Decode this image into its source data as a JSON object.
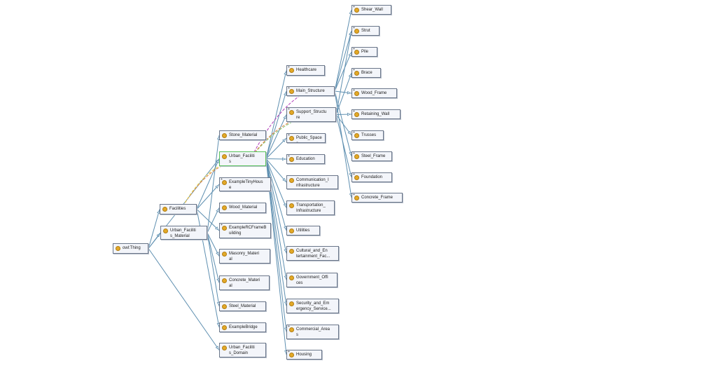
{
  "nodes": [
    {
      "id": "owl_thing",
      "label": "owl:Thing"
    },
    {
      "id": "facilities",
      "label": "Facilities"
    },
    {
      "id": "urban_facilities_material",
      "label": "Urban_Faciliti\ns_Material"
    },
    {
      "id": "stone_material",
      "label": "Stone_Material"
    },
    {
      "id": "urban_facilities",
      "label": "Urban_Faciliti\ns"
    },
    {
      "id": "example_tiny_house",
      "label": "ExampleTinyHous\ne"
    },
    {
      "id": "wood_material",
      "label": "Wood_Material"
    },
    {
      "id": "example_rc_frame_building",
      "label": "ExampleRCFrameB\nuilding"
    },
    {
      "id": "masonry_material",
      "label": "Masonry_Materi\nal"
    },
    {
      "id": "concrete_material",
      "label": "Concrete_Materi\nal"
    },
    {
      "id": "steel_material",
      "label": "Steel_Material"
    },
    {
      "id": "example_bridge",
      "label": "ExampleBridge"
    },
    {
      "id": "urban_facilities_domain",
      "label": "Urban_Faciliti\ns_Domain"
    },
    {
      "id": "healthcare",
      "label": "Healthcare"
    },
    {
      "id": "main_structure",
      "label": "Main_Structure"
    },
    {
      "id": "support_structure",
      "label": "Support_Structu\nre"
    },
    {
      "id": "public_spaces",
      "label": "Public_Spaces"
    },
    {
      "id": "education",
      "label": "Education"
    },
    {
      "id": "communication_infrastructure",
      "label": "Communication_I\nnfrastructure"
    },
    {
      "id": "transportation_infrastructure",
      "label": "Transportation_\nInfrastructure"
    },
    {
      "id": "utilities",
      "label": "Utilities"
    },
    {
      "id": "cultural_entertainment",
      "label": "Cultural_and_En\ntertainment_Fac..."
    },
    {
      "id": "government_offices",
      "label": "Government_Offi\nces"
    },
    {
      "id": "security_emergency",
      "label": "Security_and_Em\nergency_Service..."
    },
    {
      "id": "commercial_areas",
      "label": "Commercial_Area\ns"
    },
    {
      "id": "housing",
      "label": "Housing"
    },
    {
      "id": "shear_wall",
      "label": "Shear_Wall"
    },
    {
      "id": "strut",
      "label": "Strut"
    },
    {
      "id": "pile",
      "label": "Pile"
    },
    {
      "id": "brace",
      "label": "Brace"
    },
    {
      "id": "wood_frame",
      "label": "Wood_Frame"
    },
    {
      "id": "retaining_wall",
      "label": "Retaining_Wall"
    },
    {
      "id": "trusses",
      "label": "Trusses"
    },
    {
      "id": "steel_frame",
      "label": "Steel_Frame"
    },
    {
      "id": "foundation",
      "label": "Foundation"
    },
    {
      "id": "concrete_frame",
      "label": "Concrete_Frame"
    }
  ],
  "edges": [
    {
      "from": "owl_thing",
      "to": "facilities",
      "kind": "subclass"
    },
    {
      "from": "owl_thing",
      "to": "urban_facilities_material",
      "kind": "subclass"
    },
    {
      "from": "owl_thing",
      "to": "urban_facilities",
      "kind": "subclass"
    },
    {
      "from": "owl_thing",
      "to": "urban_facilities_domain",
      "kind": "subclass"
    },
    {
      "from": "urban_facilities_material",
      "to": "stone_material",
      "kind": "subclass"
    },
    {
      "from": "urban_facilities_material",
      "to": "wood_material",
      "kind": "subclass"
    },
    {
      "from": "urban_facilities_material",
      "to": "masonry_material",
      "kind": "subclass"
    },
    {
      "from": "urban_facilities_material",
      "to": "concrete_material",
      "kind": "subclass"
    },
    {
      "from": "urban_facilities_material",
      "to": "steel_material",
      "kind": "subclass"
    },
    {
      "from": "facilities",
      "to": "urban_facilities",
      "kind": "subclass"
    },
    {
      "from": "facilities",
      "to": "example_tiny_house",
      "kind": "subclass"
    },
    {
      "from": "facilities",
      "to": "example_rc_frame_building",
      "kind": "subclass"
    },
    {
      "from": "facilities",
      "to": "example_bridge",
      "kind": "subclass"
    },
    {
      "from": "urban_facilities",
      "to": "healthcare",
      "kind": "subclass"
    },
    {
      "from": "urban_facilities",
      "to": "main_structure",
      "kind": "subclass"
    },
    {
      "from": "urban_facilities",
      "to": "support_structure",
      "kind": "subclass"
    },
    {
      "from": "urban_facilities",
      "to": "public_spaces",
      "kind": "subclass"
    },
    {
      "from": "urban_facilities",
      "to": "education",
      "kind": "subclass"
    },
    {
      "from": "urban_facilities",
      "to": "communication_infrastructure",
      "kind": "subclass"
    },
    {
      "from": "urban_facilities",
      "to": "transportation_infrastructure",
      "kind": "subclass"
    },
    {
      "from": "urban_facilities",
      "to": "utilities",
      "kind": "subclass"
    },
    {
      "from": "urban_facilities",
      "to": "cultural_entertainment",
      "kind": "subclass"
    },
    {
      "from": "urban_facilities",
      "to": "government_offices",
      "kind": "subclass"
    },
    {
      "from": "urban_facilities",
      "to": "security_emergency",
      "kind": "subclass"
    },
    {
      "from": "urban_facilities",
      "to": "commercial_areas",
      "kind": "subclass"
    },
    {
      "from": "urban_facilities",
      "to": "housing",
      "kind": "subclass"
    },
    {
      "from": "main_structure",
      "to": "shear_wall",
      "kind": "subclass"
    },
    {
      "from": "main_structure",
      "to": "strut",
      "kind": "subclass"
    },
    {
      "from": "main_structure",
      "to": "pile",
      "kind": "subclass"
    },
    {
      "from": "main_structure",
      "to": "wood_frame",
      "kind": "subclass"
    },
    {
      "from": "main_structure",
      "to": "steel_frame",
      "kind": "subclass"
    },
    {
      "from": "main_structure",
      "to": "concrete_frame",
      "kind": "subclass"
    },
    {
      "from": "support_structure",
      "to": "brace",
      "kind": "subclass"
    },
    {
      "from": "support_structure",
      "to": "retaining_wall",
      "kind": "subclass"
    },
    {
      "from": "support_structure",
      "to": "trusses",
      "kind": "subclass"
    },
    {
      "from": "support_structure",
      "to": "foundation",
      "kind": "subclass"
    },
    {
      "from": "support_structure",
      "to": "strut",
      "kind": "subclass"
    },
    {
      "from": "urban_facilities",
      "to": "support_structure",
      "kind": "property",
      "color": "#7cc46a"
    },
    {
      "from": "urban_facilities",
      "to": "support_structure",
      "kind": "property",
      "color": "#e07c3c"
    },
    {
      "from": "urban_facilities",
      "to": "main_structure",
      "kind": "property",
      "color": "#b03ab8"
    },
    {
      "from": "facilities",
      "to": "urban_facilities",
      "kind": "property",
      "color": "#e07c3c"
    },
    {
      "from": "facilities",
      "to": "urban_facilities",
      "kind": "property",
      "color": "#e0d85a"
    }
  ],
  "colors": {
    "edge": "#5e8fb0",
    "node_border": "#6a7689",
    "node_fill": "#f3f5fa",
    "dot": "#e3a928",
    "selected": "#57c25a"
  },
  "icons": {
    "class": "class-dot-icon",
    "expand": "expand-plus-icon"
  },
  "selected": "urban_facilities"
}
